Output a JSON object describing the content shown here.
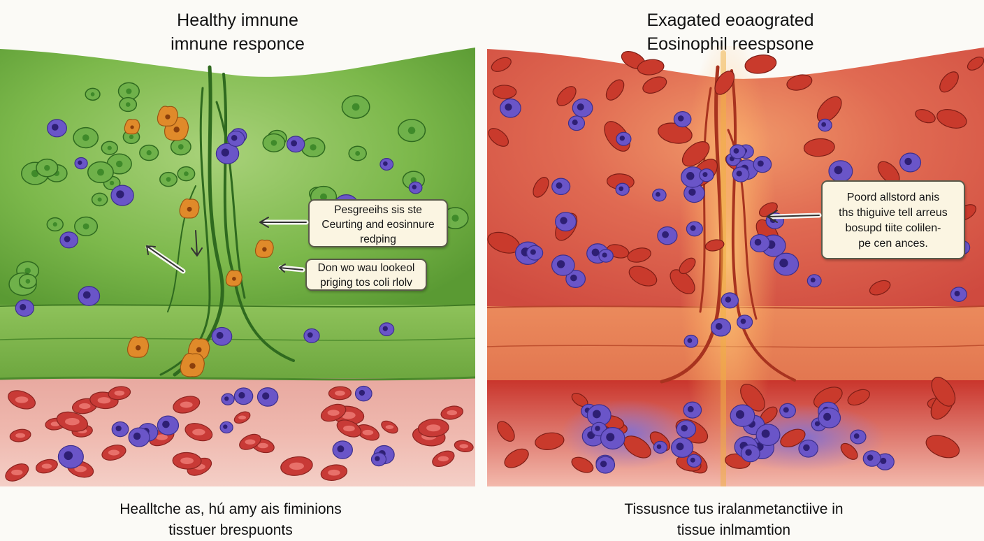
{
  "left_panel": {
    "title_lines": [
      "Healthy imnune",
      "imnune responce"
    ],
    "callout_main_lines": [
      "Pesgreeihs sis ste",
      "Ceurting and eosinnure",
      "redping"
    ],
    "callout_small_lines": [
      "Don wo wau lookeol",
      "priging tos coli rlolv"
    ],
    "caption_lines": [
      "Healltche as, hú amy ais fiminions",
      "tisstuer brespuonts"
    ]
  },
  "right_panel": {
    "title_lines": [
      "Exagated eoaograted",
      "Eosinophil reespsone"
    ],
    "callout_lines": [
      "Poord allstord anis",
      "ths thiguive tell arreus",
      "bosupd tiite colilen-",
      "pe cen ances."
    ],
    "caption_lines": [
      "Tissusnce tus iralanmetanctiive in",
      "tissue inlmamtion"
    ]
  },
  "colors": {
    "healthy_tissue": "#6fae3e",
    "inflamed_tissue": "#d8443a",
    "eosinophil": "#6a55c8",
    "red_blood_cell": "#c83a36",
    "activated_cell": "#e08a2a"
  }
}
